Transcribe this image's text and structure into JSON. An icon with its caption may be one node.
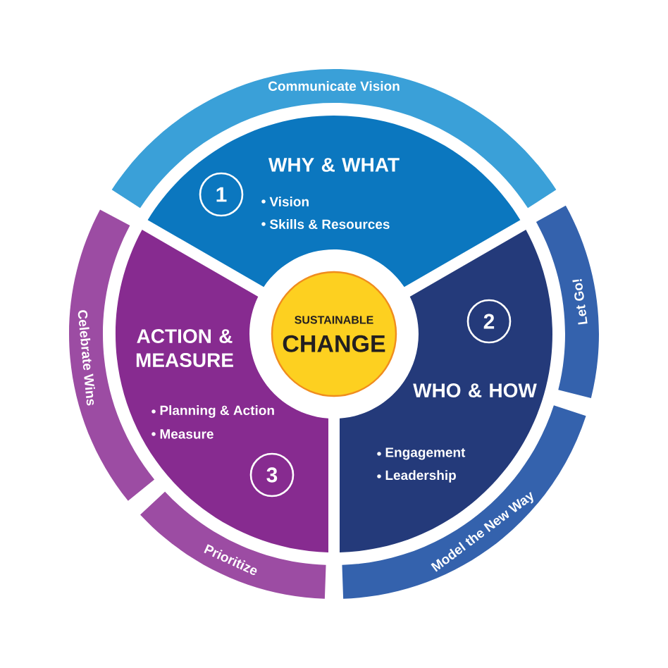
{
  "diagram": {
    "nodes": [
      {
        "text": [
          "Communicate Vision"
        ]
      },
      {
        "text": [
          "Let Go!"
        ]
      },
      {
        "text": [
          "Model the New Way"
        ]
      },
      {
        "text": [
          "Prioritize"
        ]
      },
      {
        "text": [
          "Celebrate Wins"
        ]
      },
      {
        "text": [
          "WHY & WHAT",
          "Vision",
          "Skills & Resources"
        ]
      },
      {
        "text": [
          "1"
        ],
        "in": 5
      },
      {
        "text": [
          "WHO & HOW",
          "Engagement",
          "Leadership"
        ]
      },
      {
        "text": [
          "2"
        ],
        "in": 7
      },
      {
        "text": [
          "ACTION & MEASURE",
          "Planning & Action",
          "Measure"
        ]
      },
      {
        "text": [
          "3"
        ],
        "in": 9
      },
      {
        "text": [
          "SUSTAINABLE",
          "CHANGE"
        ]
      }
    ]
  }
}
